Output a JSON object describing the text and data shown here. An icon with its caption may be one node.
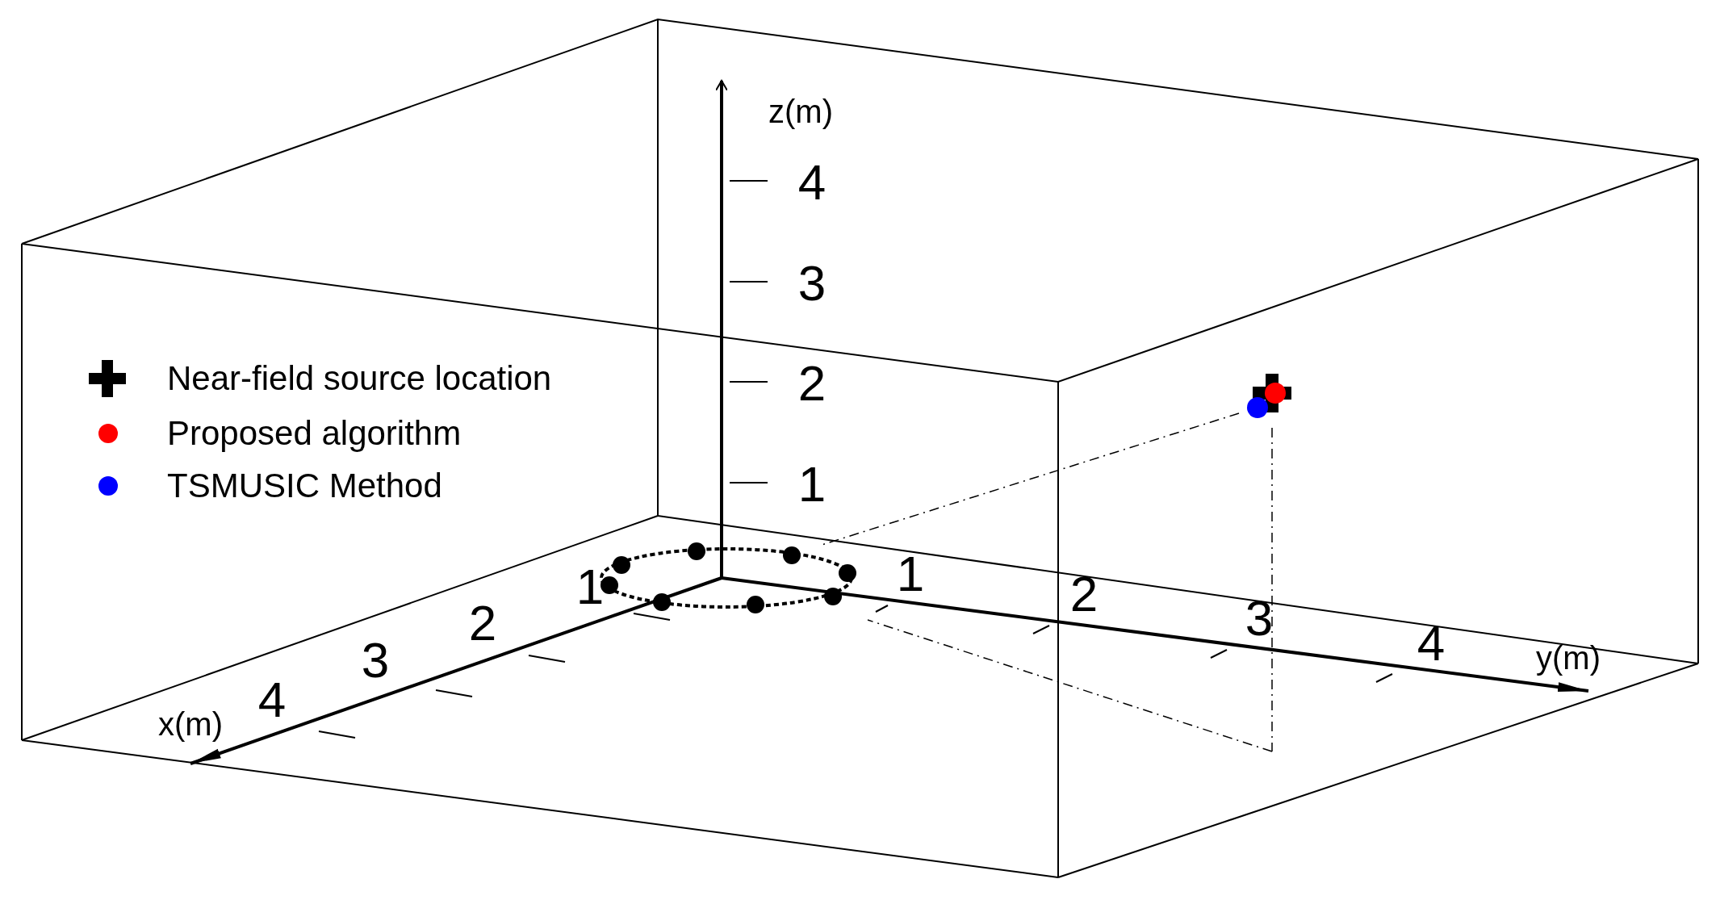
{
  "diagram": {
    "labels": [
      "z(m)",
      "4",
      "3",
      "2",
      "1",
      "1",
      "1",
      "2",
      "3",
      "4",
      "2",
      "3",
      "4",
      "x(m)",
      "y(m)"
    ],
    "legend": [
      {
        "text": "Near-field source location"
      },
      {
        "text": "Proposed algorithm",
        "color": "#ff0000"
      },
      {
        "text": "TSMUSIC Method",
        "color": "#0000ff"
      }
    ]
  }
}
